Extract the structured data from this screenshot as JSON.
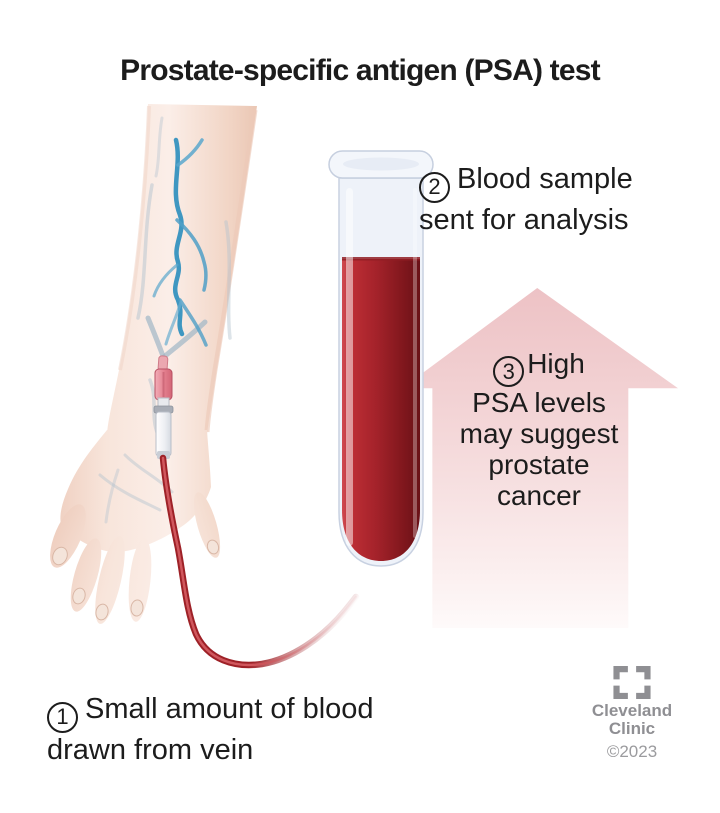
{
  "title": "Prostate-specific antigen (PSA) test",
  "steps": {
    "step1": {
      "number": "1",
      "line1": "Small amount of blood",
      "line2": "drawn from vein"
    },
    "step2": {
      "number": "2",
      "line1": "Blood sample",
      "line2": "sent for analysis"
    },
    "step3": {
      "number": "3",
      "first_word": "High",
      "lines": [
        "PSA levels",
        "may suggest",
        "prostate",
        "cancer"
      ]
    }
  },
  "footer": {
    "org_line1": "Cleveland",
    "org_line2": "Clinic",
    "copyright": "©2023"
  },
  "illustration": {
    "arm": "arm-with-veins-and-blood-draw-needle",
    "test_tube": "test-tube-partially-filled-with-blood",
    "arrow": "upward-arrow"
  },
  "colors": {
    "text": "#1c1c1c",
    "arrow_pink": "#efc7ca",
    "blood_red": "#a21f26",
    "vein_blue": "#4397c1",
    "skin": "#f8e5db",
    "logo_gray": "#8f8f93",
    "background": "#ffffff"
  }
}
